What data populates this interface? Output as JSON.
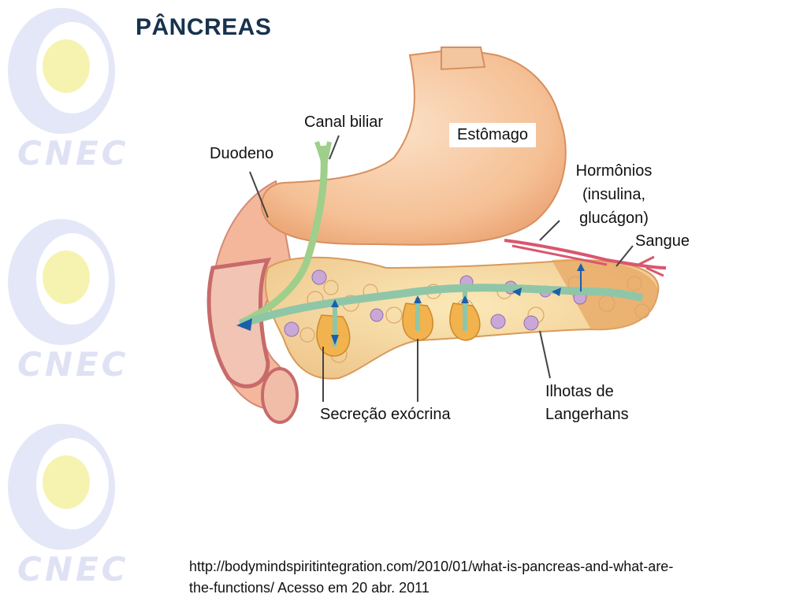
{
  "title": "PÂNCREAS",
  "logo": {
    "text": "CNEC",
    "ring_color": "#e4e7f7",
    "center_color": "#f6f3b0"
  },
  "labels": {
    "canal_biliar": "Canal biliar",
    "duodeno": "Duodeno",
    "estomago": "Estômago",
    "hormonios_1": "Hormônios",
    "hormonios_2": "(insulina,",
    "hormonios_3": "glucágon)",
    "sangue": "Sangue",
    "secrecao": "Secreção exócrina",
    "ilhotas_1": "Ilhotas de",
    "ilhotas_2": "Langerhans"
  },
  "citation": {
    "line1": "http://bodymindspiritintegration.com/2010/01/what-is-pancreas-and-what-are-",
    "line2": "the-functions/ Acesso em 20 abr. 2011"
  }
}
